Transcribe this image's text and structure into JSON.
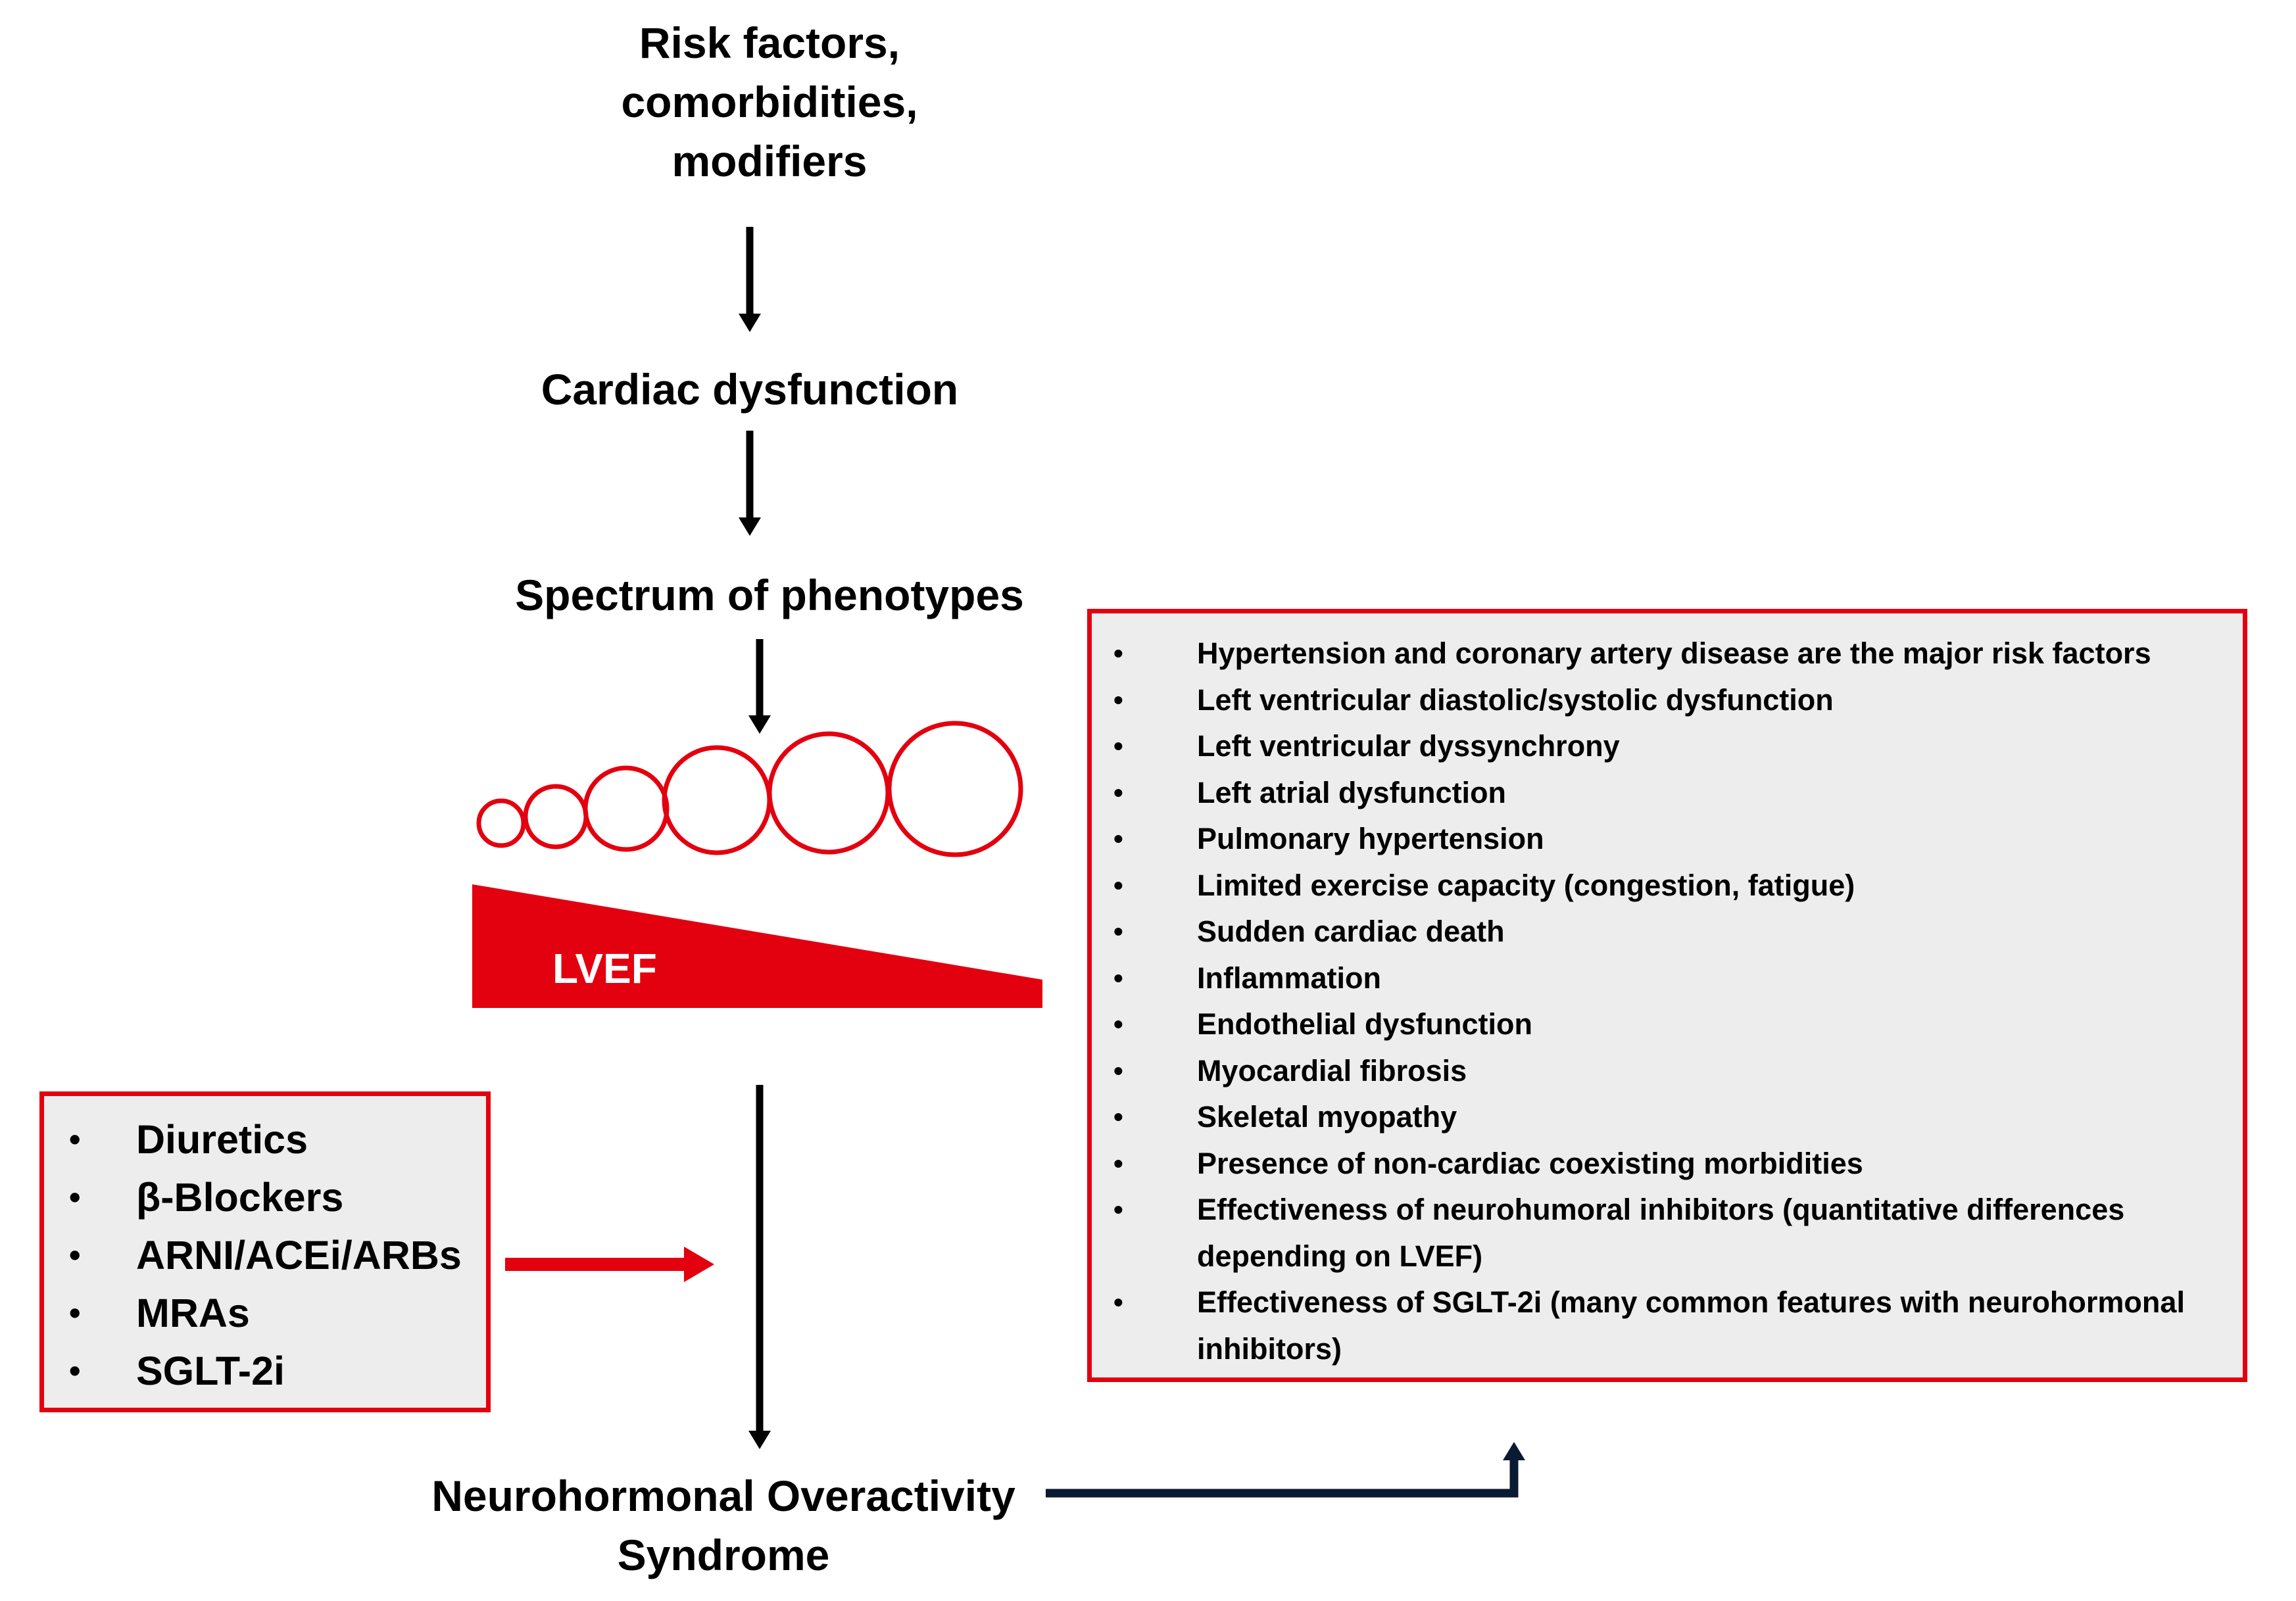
{
  "flow": {
    "risk_factors": "Risk factors,\ncomorbidities,\nmodifiers",
    "cardiac_dysfunction": "Cardiac dysfunction",
    "spectrum": "Spectrum of phenotypes",
    "lvef_label": "LVEF",
    "syndrome": "Neurohormonal Overactivity\nSyndrome"
  },
  "therapies": {
    "bullet": "•",
    "items": [
      "Diuretics",
      "β-Blockers",
      "ARNI/ACEi/ARBs",
      "MRAs",
      "SGLT-2i"
    ]
  },
  "features": {
    "bullet": "•",
    "items": [
      "Hypertension and coronary artery disease are the major risk factors",
      "Left ventricular diastolic/systolic dysfunction",
      "Left ventricular dyssynchrony",
      "Left atrial dysfunction",
      "Pulmonary hypertension",
      "Limited exercise capacity (congestion, fatigue)",
      "Sudden cardiac death",
      "Inflammation",
      "Endothelial dysfunction",
      "Myocardial fibrosis",
      "Skeletal myopathy",
      "Presence of non-cardiac coexisting morbidities",
      "Effectiveness of neurohumoral inhibitors (quantitative differences depending on LVEF)",
      "Effectiveness of SGLT-2i (many common features with neurohormonal inhibitors)"
    ]
  },
  "colors": {
    "accent_red": "#e3000f",
    "box_fill": "#ededed",
    "elbow_arrow": "#0b1a33"
  }
}
